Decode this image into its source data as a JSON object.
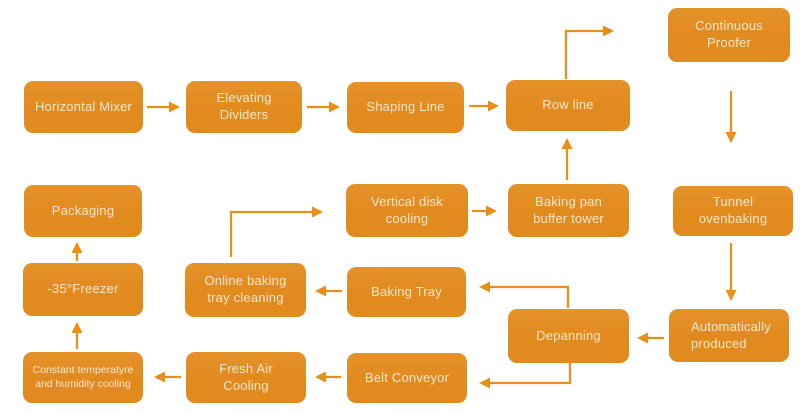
{
  "diagram": {
    "type": "flowchart",
    "subject": "bread production line process flow"
  },
  "theme": {
    "box_color": "#E18A1E",
    "box_color_top": "#E5922A",
    "arrow_color": "#E78E1B",
    "text_color": "#F5E7CF",
    "background_color": "#FFFFFF"
  },
  "nodes": [
    {
      "name": "horizontal-mixer",
      "label": "Horizontal Mixer"
    },
    {
      "name": "elevating-dividers",
      "label": "Elevating Dividers"
    },
    {
      "name": "shaping-line",
      "label": "Shaping Line"
    },
    {
      "name": "row-line",
      "label": "Row line"
    },
    {
      "name": "continuous-proofer",
      "label": "Continuous Proofer"
    },
    {
      "name": "tunnel-ovenbaking",
      "label": "Tunnel ovenbaking"
    },
    {
      "name": "vertical-disk-cooling",
      "label": "Vertical disk cooling"
    },
    {
      "name": "baking-pan-buffer-tower",
      "label": "Baking pan buffer tower"
    },
    {
      "name": "packaging",
      "label": "Packaging"
    },
    {
      "name": "minus-35-freezer",
      "label": "-35°Freezer"
    },
    {
      "name": "online-baking-tray-cleaning",
      "label": "Online baking tray cleaning"
    },
    {
      "name": "baking-tray",
      "label": "Baking Tray"
    },
    {
      "name": "depanning",
      "label": "Depanning"
    },
    {
      "name": "automatically-produced",
      "label": "Automatically produced"
    },
    {
      "name": "belt-conveyor",
      "label": "Belt Conveyor"
    },
    {
      "name": "fresh-air-cooling",
      "label": "Fresh Air Cooling"
    },
    {
      "name": "constant-cooling",
      "label": "Constant temperatyre and humidity cooling"
    }
  ],
  "edges": [
    {
      "from": "horizontal-mixer",
      "to": "elevating-dividers"
    },
    {
      "from": "elevating-dividers",
      "to": "shaping-line"
    },
    {
      "from": "shaping-line",
      "to": "row-line"
    },
    {
      "from": "row-line",
      "to": "continuous-proofer"
    },
    {
      "from": "continuous-proofer",
      "to": "tunnel-ovenbaking"
    },
    {
      "from": "tunnel-ovenbaking",
      "to": "automatically-produced"
    },
    {
      "from": "automatically-produced",
      "to": "depanning"
    },
    {
      "from": "depanning",
      "to": "baking-tray"
    },
    {
      "from": "baking-tray",
      "to": "online-baking-tray-cleaning"
    },
    {
      "from": "online-baking-tray-cleaning",
      "to": "vertical-disk-cooling"
    },
    {
      "from": "vertical-disk-cooling",
      "to": "baking-pan-buffer-tower"
    },
    {
      "from": "baking-pan-buffer-tower",
      "to": "row-line"
    },
    {
      "from": "depanning",
      "to": "belt-conveyor"
    },
    {
      "from": "belt-conveyor",
      "to": "fresh-air-cooling"
    },
    {
      "from": "fresh-air-cooling",
      "to": "constant-cooling"
    },
    {
      "from": "constant-cooling",
      "to": "minus-35-freezer"
    },
    {
      "from": "minus-35-freezer",
      "to": "packaging"
    }
  ]
}
